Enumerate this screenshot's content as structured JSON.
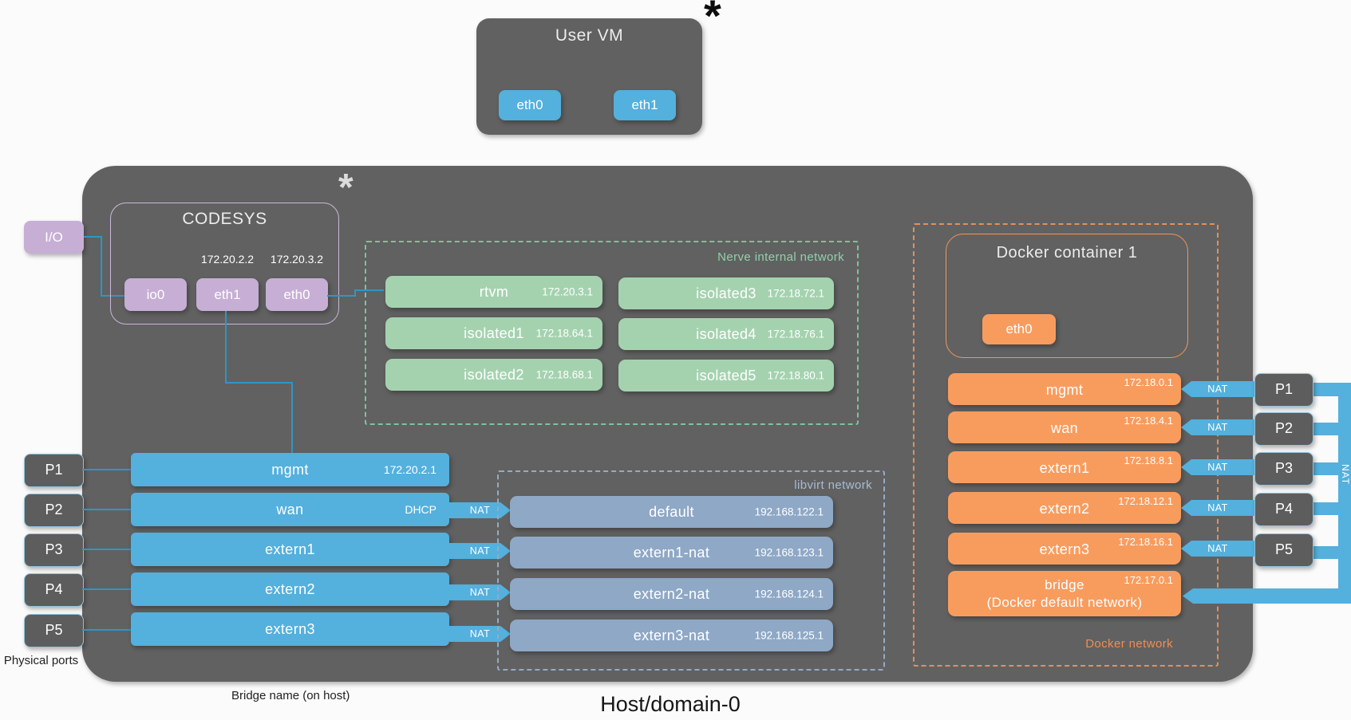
{
  "top_asterisk": "*",
  "user_vm": {
    "title": "User VM",
    "eth0": "eth0",
    "eth1": "eth1"
  },
  "host": {
    "asterisk": "*",
    "label": "Host/domain-0",
    "io_module": "I/O",
    "codesys": {
      "title": "CODESYS",
      "eth1_ip": "172.20.2.2",
      "eth0_ip": "172.20.3.2",
      "ifs": {
        "io0": "io0",
        "eth1": "eth1",
        "eth0": "eth0"
      }
    },
    "nerve_network": {
      "label": "Nerve internal network",
      "items": [
        {
          "name": "rtvm",
          "ip": "172.20.3.1"
        },
        {
          "name": "isolated1",
          "ip": "172.18.64.1"
        },
        {
          "name": "isolated2",
          "ip": "172.18.68.1"
        },
        {
          "name": "isolated3",
          "ip": "172.18.72.1"
        },
        {
          "name": "isolated4",
          "ip": "172.18.76.1"
        },
        {
          "name": "isolated5",
          "ip": "172.18.80.1"
        }
      ]
    },
    "bridges": [
      {
        "name": "mgmt",
        "tag": "172.20.2.1"
      },
      {
        "name": "wan",
        "tag": "DHCP"
      },
      {
        "name": "extern1",
        "tag": ""
      },
      {
        "name": "extern2",
        "tag": ""
      },
      {
        "name": "extern3",
        "tag": ""
      }
    ],
    "libvirt_network": {
      "label": "libvirt network",
      "items": [
        {
          "name": "default",
          "ip": "192.168.122.1"
        },
        {
          "name": "extern1-nat",
          "ip": "192.168.123.1"
        },
        {
          "name": "extern2-nat",
          "ip": "192.168.124.1"
        },
        {
          "name": "extern3-nat",
          "ip": "192.168.125.1"
        }
      ]
    },
    "docker": {
      "network_label": "Docker network",
      "container": {
        "title": "Docker container 1",
        "eth0": "eth0"
      },
      "networks": [
        {
          "name": "mgmt",
          "subtitle": "",
          "ip": "172.18.0.1"
        },
        {
          "name": "wan",
          "subtitle": "",
          "ip": "172.18.4.1"
        },
        {
          "name": "extern1",
          "subtitle": "",
          "ip": "172.18.8.1"
        },
        {
          "name": "extern2",
          "subtitle": "",
          "ip": "172.18.12.1"
        },
        {
          "name": "extern3",
          "subtitle": "",
          "ip": "172.18.16.1"
        },
        {
          "name": "bridge",
          "subtitle": "(Docker default network)",
          "ip": "172.17.0.1"
        }
      ]
    }
  },
  "ports_left": [
    {
      "label": "P1"
    },
    {
      "label": "P2"
    },
    {
      "label": "P3"
    },
    {
      "label": "P4"
    },
    {
      "label": "P5"
    }
  ],
  "ports_right": [
    {
      "label": "P1"
    },
    {
      "label": "P2"
    },
    {
      "label": "P3"
    },
    {
      "label": "P4"
    },
    {
      "label": "P5"
    }
  ],
  "nat_label": "NAT",
  "captions": {
    "physical_ports": "Physical ports",
    "bridge_name": "Bridge name (on host)"
  },
  "colors": {
    "host_gray": "#616161",
    "blue": "#54b0dd",
    "purple": "#c6aed4",
    "green": "#a4d2af",
    "steel_blue": "#8ea8c6",
    "orange": "#f89c5e",
    "line_blue": "#2d96c8",
    "nerve_label_green": "#8ed2ab",
    "libvirt_label_blue": "#a6bbd4",
    "docker_label_orange": "#f18d50"
  }
}
